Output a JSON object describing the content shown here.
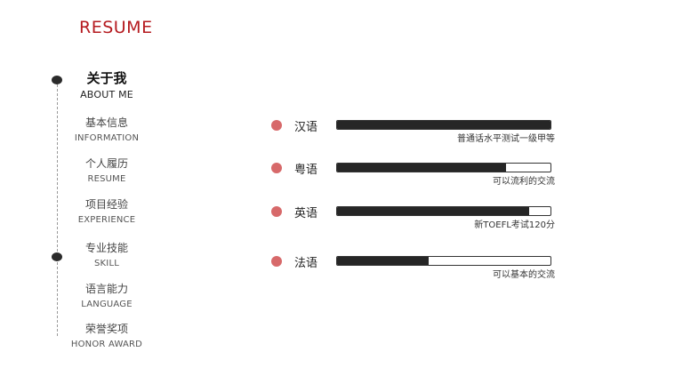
{
  "brand": {
    "title": "RESUME"
  },
  "nav": [
    {
      "zh": "关于我",
      "en": "ABOUT ME",
      "active": true
    },
    {
      "zh": "基本信息",
      "en": "INFORMATION"
    },
    {
      "zh": "个人履历",
      "en": "RESUME"
    },
    {
      "zh": "项目经验",
      "en": "EXPERIENCE"
    },
    {
      "zh": "专业技能",
      "en": "SKILL"
    },
    {
      "zh": "语言能力",
      "en": "LANGUAGE"
    },
    {
      "zh": "荣誉奖项",
      "en": "HONOR  AWARD"
    }
  ],
  "languages": [
    {
      "name": "汉语",
      "level": 1.0,
      "note": "普通话水平测试一级甲等"
    },
    {
      "name": "粤语",
      "level": 0.79,
      "note": "可以流利的交流"
    },
    {
      "name": "英语",
      "level": 0.9,
      "note": "新TOEFL考试120分"
    },
    {
      "name": "法语",
      "level": 0.43,
      "note": "可以基本的交流"
    }
  ],
  "colors": {
    "accent": "#b51a1f",
    "bullet": "#d7696a",
    "bar_fill": "#262626"
  }
}
